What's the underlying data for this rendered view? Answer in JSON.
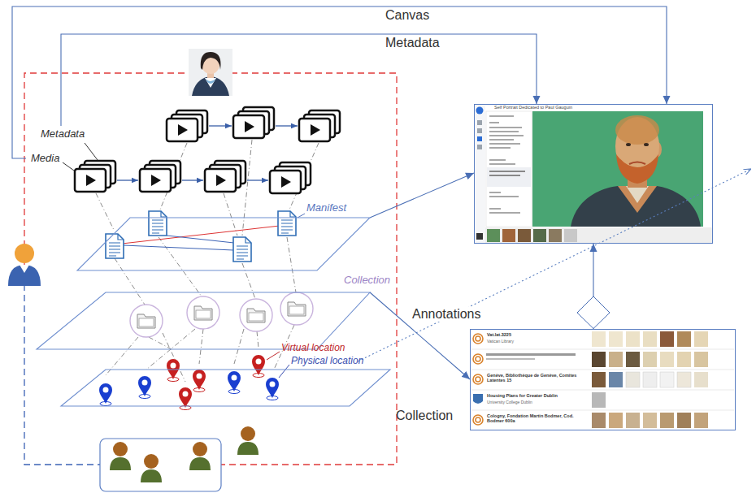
{
  "diagram": {
    "nodes": [
      {
        "text": [
          "Metadata",
          "Media"
        ]
      },
      {
        "text": [
          "Manifest"
        ]
      },
      {
        "text": [
          "Collection"
        ]
      },
      {
        "text": [
          "Virtual location",
          "Physical location"
        ]
      },
      {
        "text": [
          "Self Portrait Dedicated to Paul Gauguin"
        ]
      },
      {
        "text": [
          "Collection",
          "Vat.lat.3225",
          "Vatican Library",
          "Genève, Bibliothèque de Genève, Comites Latentes 15",
          "Housing Plans for Greater Dublin",
          "University College Dublin",
          "Cologny, Fondation Martin Bodmer, Cod. Bodmer 600a"
        ]
      }
    ],
    "edges": [
      {
        "from": 0,
        "to": 4,
        "label": "Canvas",
        "arrow": "to"
      },
      {
        "from": 0,
        "to": 4,
        "label": "Metadata",
        "arrow": "to"
      },
      {
        "from": 1,
        "to": 4,
        "arrow": "to"
      },
      {
        "from": 2,
        "to": 5,
        "arrow": "to"
      },
      {
        "from": 5,
        "to": 4,
        "label": "Annotations",
        "arrow": "to"
      }
    ]
  }
}
